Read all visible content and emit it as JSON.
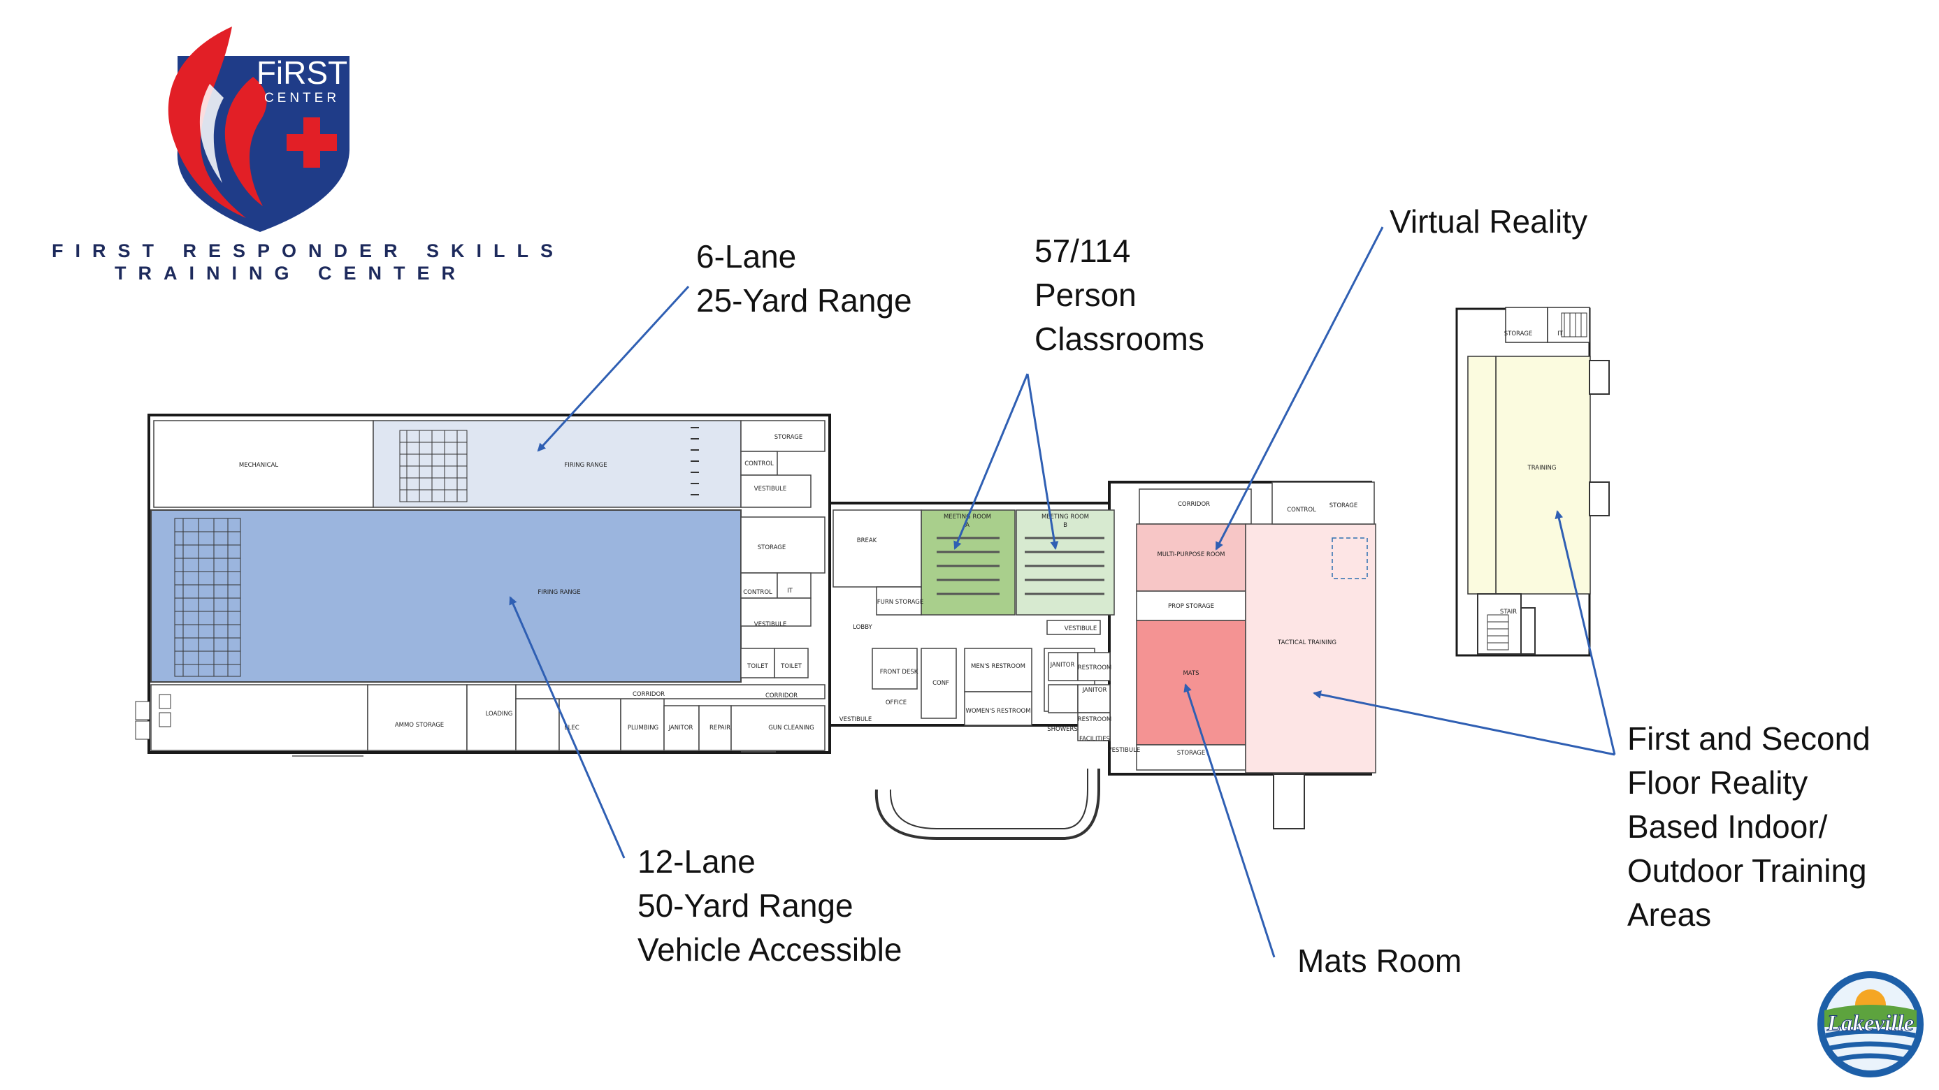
{
  "branding": {
    "logo_line1": "FiRST",
    "logo_line2": "CENTER",
    "subtitle_line1": "FIRST RESPONDER SKILLS",
    "subtitle_line2": "TRAINING CENTER",
    "city_logo": "Lakeville",
    "colors": {
      "navy": "#1f3c88",
      "red": "#e21f26",
      "lake_blue": "#2d6fb0",
      "sun": "#f5a623"
    }
  },
  "callouts": {
    "range25": [
      "6-Lane",
      "25-Yard Range"
    ],
    "classrooms": [
      "57/114",
      "Person",
      "Classrooms"
    ],
    "vr": [
      "Virtual Reality"
    ],
    "range50": [
      "12-Lane",
      "50-Yard Range",
      "Vehicle Accessible"
    ],
    "mats": [
      "Mats Room"
    ],
    "reality": [
      "First and Second",
      "Floor Reality",
      "Based Indoor/",
      "Outdoor Training",
      "Areas"
    ]
  },
  "rooms": {
    "mechanical": "MECHANICAL",
    "firing_range_small": "FIRING RANGE",
    "firing_range_large": "FIRING RANGE",
    "storage_a": "STORAGE",
    "vestibule_a": "VESTIBULE",
    "control_a": "CONTROL",
    "storage_b": "STORAGE",
    "control_b": "CONTROL",
    "it_a": "IT",
    "vestibule_b": "VESTIBULE",
    "toilet_a": "TOILET",
    "toilet_b": "TOILET",
    "ammo_storage": "AMMO STORAGE",
    "loading": "LOADING",
    "elec": "ELEC",
    "corridor_a": "CORRIDOR",
    "plumbing": "PLUMBING",
    "janitor_a": "JANITOR",
    "repair": "REPAIR",
    "corridor_b": "CORRIDOR",
    "gun_cleaning": "GUN CLEANING",
    "break": "BREAK",
    "meeting_a": "MEETING ROOM",
    "meeting_a_sub": "A",
    "meeting_b": "MEETING ROOM",
    "meeting_b_sub": "B",
    "furn_storage": "FURN STORAGE",
    "lobby": "LOBBY",
    "vestibule_c": "VESTIBULE",
    "front_desk": "FRONT DESK",
    "conf": "CONF",
    "office": "OFFICE",
    "vestibule_d": "VESTIBULE",
    "mens_restroom": "MEN'S RESTROOM",
    "womens_restroom": "WOMEN'S RESTROOM",
    "janitor_b": "JANITOR",
    "restroom_a": "RESTROOM",
    "janitor_c": "JANITOR",
    "showers_a": "SHOWERS",
    "restroom_b": "RESTROOM",
    "facilities": "FACILITIES",
    "vestibule_e": "VESTIBULE",
    "corridor_c": "CORRIDOR",
    "control_c": "CONTROL",
    "storage_c": "STORAGE",
    "multipurpose": "MULTI-PURPOSE ROOM",
    "prop_storage": "PROP STORAGE",
    "mats": "MATS",
    "storage_d": "STORAGE",
    "tactical": "TACTICAL TRAINING",
    "storage_e": "STORAGE",
    "it_b": "IT",
    "training": "TRAINING",
    "stair": "STAIR"
  }
}
